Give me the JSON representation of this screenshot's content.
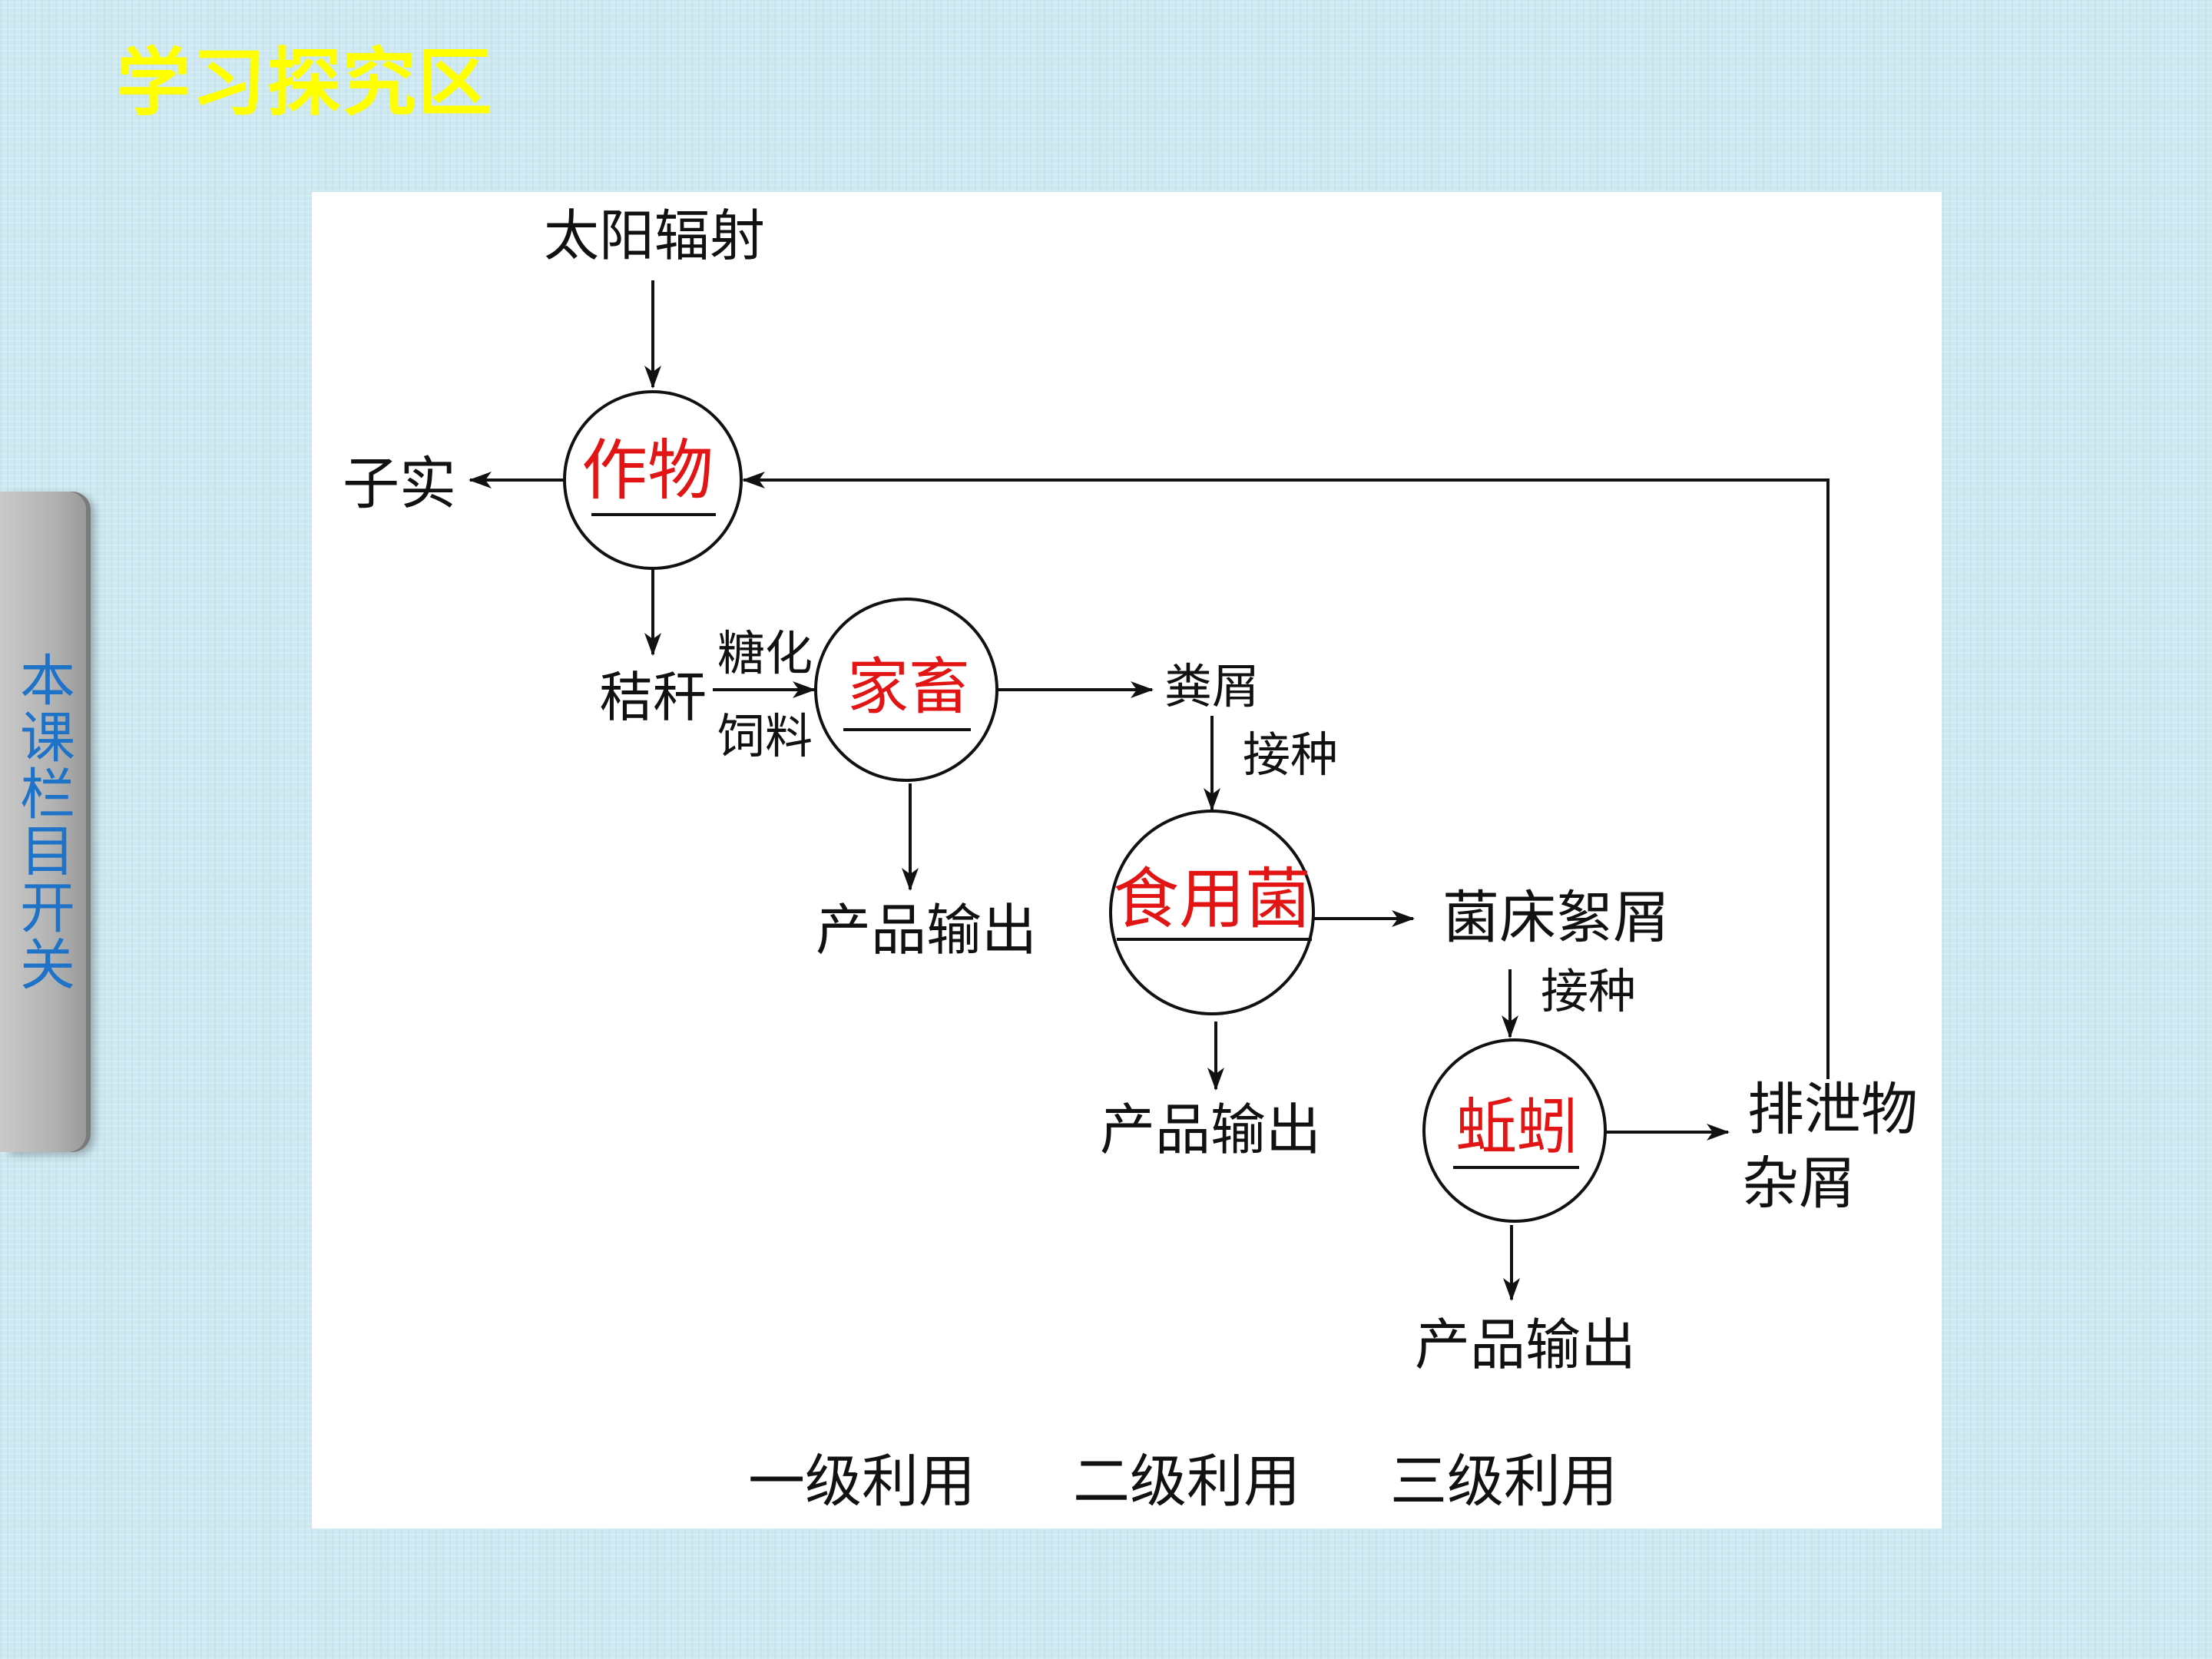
{
  "header": {
    "title": "学习探究区"
  },
  "side_tab": {
    "label": "本课栏目开关"
  },
  "diagram": {
    "source": "太阳辐射",
    "nodes": {
      "crops": "作物",
      "livestock": "家畜",
      "mushroom": "食用菌",
      "earthworm": "蚯蚓"
    },
    "labels": {
      "grain": "子实",
      "straw": "秸秆",
      "saccharify": "糖化",
      "feed": "饲料",
      "manure": "粪屑",
      "inoculate_1": "接种",
      "product_1": "产品输出",
      "bed_residue": "菌床絮屑",
      "inoculate_2": "接种",
      "product_2": "产品输出",
      "excreta_1": "排泄物",
      "excreta_2": "杂屑",
      "product_3": "产品输出"
    },
    "levels": [
      "一级利用",
      "二级利用",
      "三级利用"
    ],
    "colors": {
      "node_text": "#e31414",
      "line": "#111111"
    }
  }
}
